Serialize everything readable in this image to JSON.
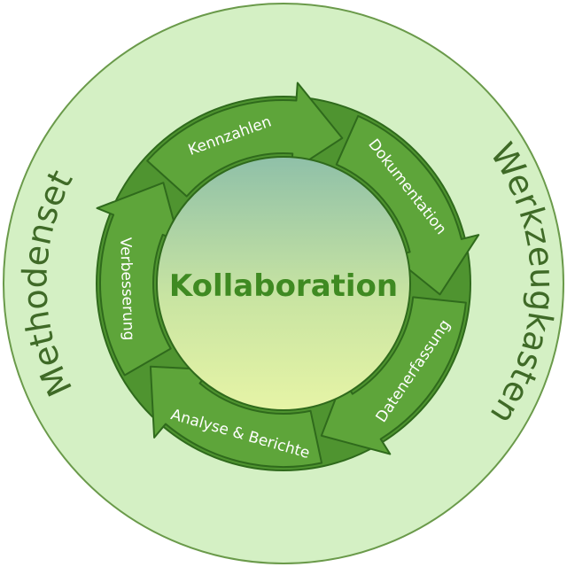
{
  "outer": {
    "left_label": "Methodenset",
    "right_label": "Werkzeugkasten"
  },
  "center": {
    "label": "Kollaboration"
  },
  "cycle": {
    "steps": [
      {
        "label": "Kennzahlen"
      },
      {
        "label": "Dokumentation"
      },
      {
        "label": "Datenerfassung"
      },
      {
        "label": "Analyse & Berichte"
      },
      {
        "label": "Verbesserung"
      }
    ]
  },
  "colors": {
    "outer_fill": "#d4f0c4",
    "outer_stroke": "#6a9a4a",
    "ring_fill": "#4f9430",
    "ring_stroke": "#2f6a1c",
    "arrow_fill": "#5ea53a",
    "center_top": "#8fc0a8",
    "center_bottom": "#e6f4a6"
  }
}
